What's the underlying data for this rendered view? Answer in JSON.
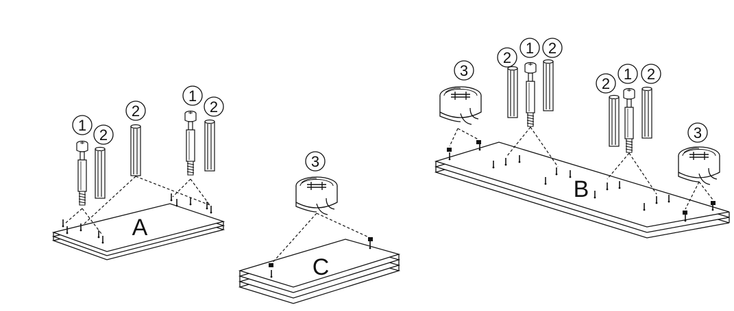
{
  "diagram": {
    "panels": {
      "a": {
        "label": "A"
      },
      "b": {
        "label": "B"
      },
      "c": {
        "label": "C"
      }
    },
    "parts": {
      "cam_bolt": {
        "number": "1",
        "icon": "cam-bolt-icon"
      },
      "dowel": {
        "number": "2",
        "icon": "wood-dowel-icon"
      },
      "cam_lock": {
        "number": "3",
        "icon": "cam-lock-icon"
      }
    },
    "colors": {
      "line": "#111111",
      "panel_fill": "#ffffff",
      "dowel_shade": "#555555"
    }
  }
}
